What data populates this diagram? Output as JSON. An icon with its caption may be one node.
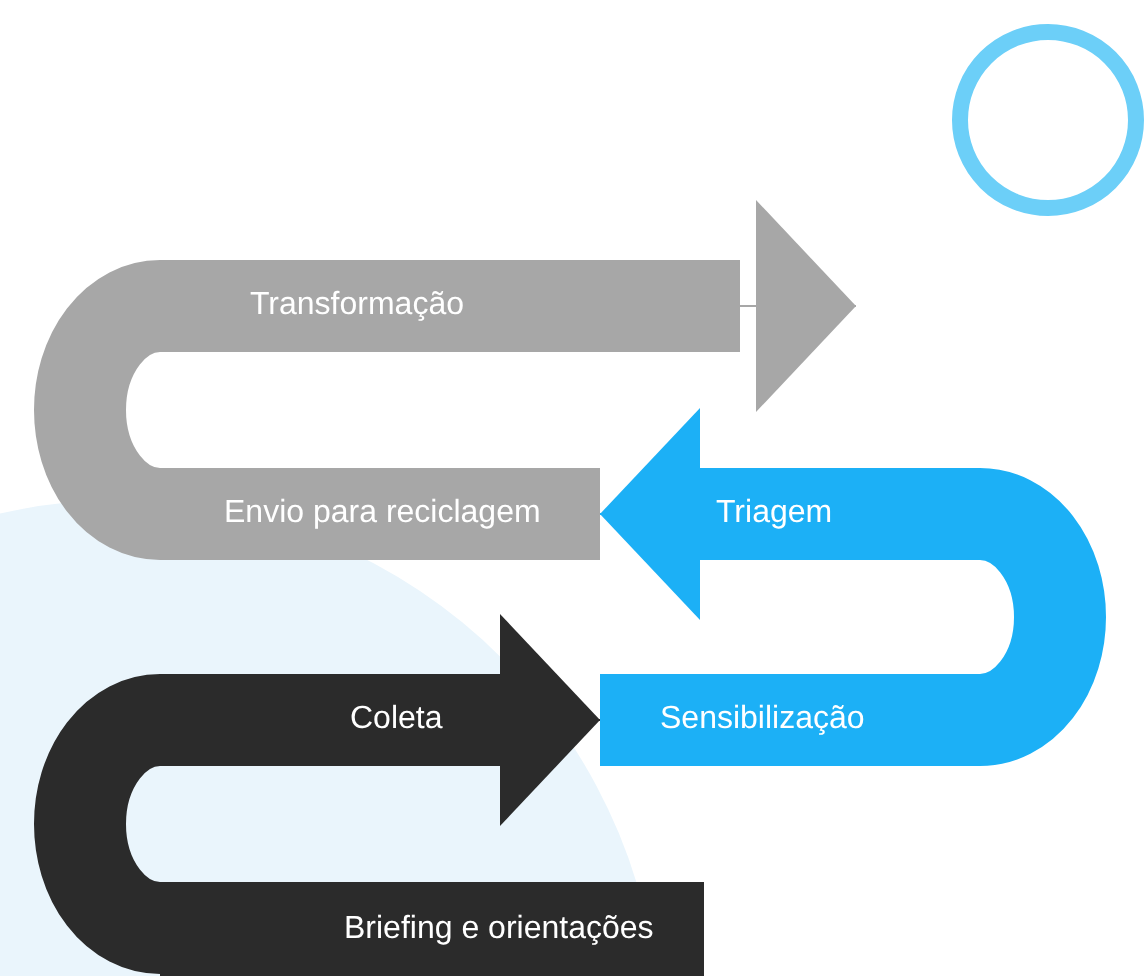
{
  "diagram": {
    "nodes": [
      {
        "text": [
          "Transformação"
        ]
      },
      {
        "text": [
          "Envio para reciclagem"
        ]
      },
      {
        "text": [
          "Triagem"
        ]
      },
      {
        "text": [
          "Coleta"
        ]
      },
      {
        "text": [
          "Sensibilização"
        ]
      },
      {
        "text": [
          "Briefing e orientações"
        ]
      }
    ],
    "edges": [
      {
        "from": 5,
        "to": 3,
        "arrow": "none",
        "style": "thick",
        "color": "#2b2b2b"
      },
      {
        "from": 3,
        "to": 4,
        "arrow": "to",
        "color": "#2b2b2b"
      },
      {
        "from": 4,
        "to": 2,
        "arrow": "none",
        "style": "thick",
        "color": "#1cb0f6"
      },
      {
        "from": 2,
        "to": 1,
        "arrow": "to",
        "color": "#1cb0f6"
      },
      {
        "from": 1,
        "to": 0,
        "arrow": "none",
        "style": "thick",
        "color": "#a7a7a7"
      },
      {
        "from": 0,
        "to": null,
        "arrow": "to",
        "color": "#a7a7a7"
      }
    ]
  }
}
